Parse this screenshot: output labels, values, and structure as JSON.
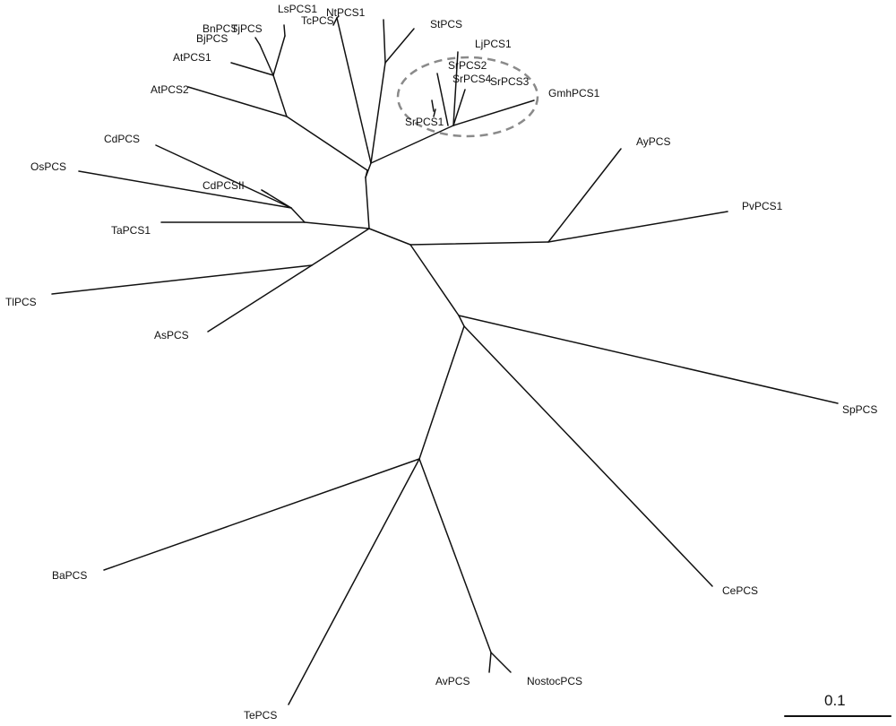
{
  "taxa": {
    "ls_pcs1": "LsPCS1",
    "tc_pcs": "TcPCS",
    "nt_pcs1": "NtPCS1",
    "bn_pcs": "BnPCS",
    "tj_pcs": "TjPCS",
    "bj_pcs": "BjPCS",
    "at_pcs1": "AtPCS1",
    "at_pcs2": "AtPCS2",
    "st_pcs": "StPCS",
    "lj_pcs1": "LjPCS1",
    "sr_pcs2": "SrPCS2",
    "sr_pcs4": "SrPCS4",
    "sr_pcs3": "SrPCS3",
    "gmh_pcs1": "GmhPCS1",
    "sr_pcs1": "SrPCS1",
    "cd_pcs": "CdPCS",
    "os_pcs": "OsPCS",
    "cd_pcs_ii": "CdPCSII",
    "ta_pcs1": "TaPCS1",
    "tl_pcs": "TlPCS",
    "as_pcs": "AsPCS",
    "ay_pcs": "AyPCS",
    "pv_pcs1": "PvPCS1",
    "sp_pcs": "SpPCS",
    "ba_pcs": "BaPCS",
    "ce_pcs": "CePCS",
    "av_pcs": "AvPCS",
    "nostoc_pcs": "NostocPCS",
    "te_pcs": "TePCS"
  },
  "scale_bar": {
    "label": "0.1"
  },
  "colors": {
    "branch": "#111111",
    "highlight_ring": "#8a8a8a",
    "background": "#ffffff"
  }
}
